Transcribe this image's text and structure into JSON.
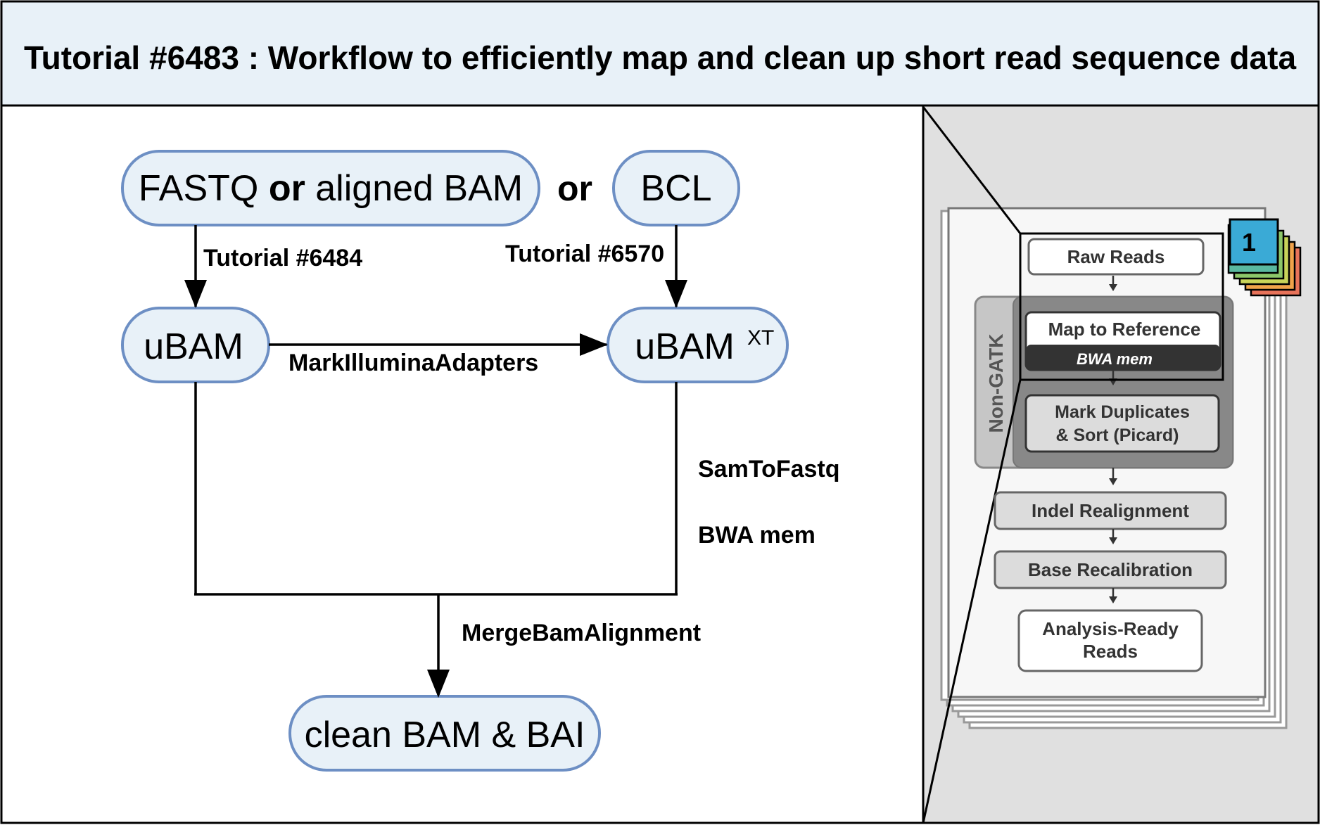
{
  "title": "Tutorial #6483 : Workflow to efficiently map and clean up short read sequence data",
  "nodes": {
    "fastq_pre": "FASTQ ",
    "fastq_or": "or",
    "fastq_post": " aligned BAM",
    "or_between": "or",
    "bcl": "BCL",
    "ubam": "uBAM",
    "ubamxt": "uBAM",
    "ubamxt_sup": "XT",
    "clean": "clean BAM & BAI"
  },
  "edge_labels": {
    "tut6484": "Tutorial #6484",
    "tut6570": "Tutorial #6570",
    "markillumina": "MarkIlluminaAdapters",
    "samtofastq": "SamToFastq",
    "bwamem": "BWA mem",
    "mergebam": "MergeBamAlignment"
  },
  "workflow": {
    "badge": "1",
    "raw_reads": "Raw Reads",
    "map_ref": "Map to Reference",
    "map_ref_sub": "BWA mem",
    "mark_dup_1": "Mark Duplicates",
    "mark_dup_2": "& Sort (Picard)",
    "non_gatk": "Non-GATK",
    "indel": "Indel Realignment",
    "base_recal": "Base Recalibration",
    "analysis_1": "Analysis-Ready",
    "analysis_2": "Reads"
  },
  "colors": {
    "title_bg": "#e8f1f8",
    "node_fill": "#e8f1f8",
    "node_stroke": "#6d8fc4",
    "right_panel_bg": "#e0e0e0",
    "badge_blue": "#3aaad6",
    "stack_colors": [
      "#e8735a",
      "#f0a24a",
      "#c9d45a",
      "#8dc76a",
      "#5ab8a0"
    ]
  }
}
